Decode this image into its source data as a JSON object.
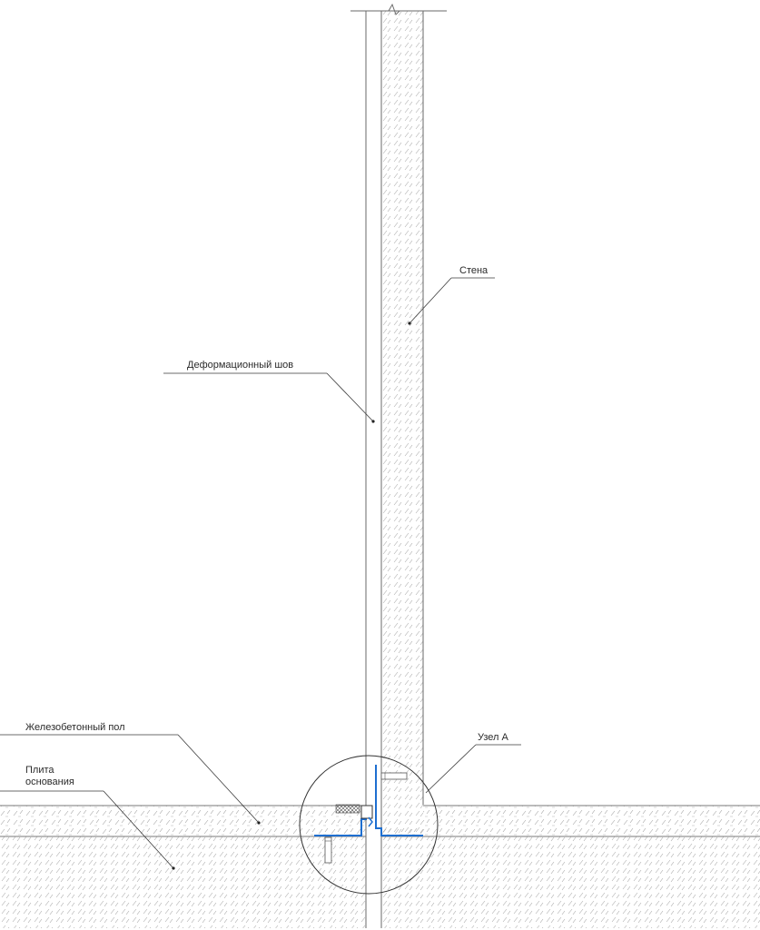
{
  "labels": {
    "wall": "Стена",
    "expansion_joint": "Деформационный шов",
    "rc_floor": "Железобетонный пол",
    "base_slab_line1": "Плита",
    "base_slab_line2": "основания",
    "node_a": "Узел А"
  },
  "colors": {
    "line": "#6a6a6a",
    "hatch": "#9a9a9a",
    "profile": "#1e6fd0",
    "text": "#2a2a2a"
  }
}
